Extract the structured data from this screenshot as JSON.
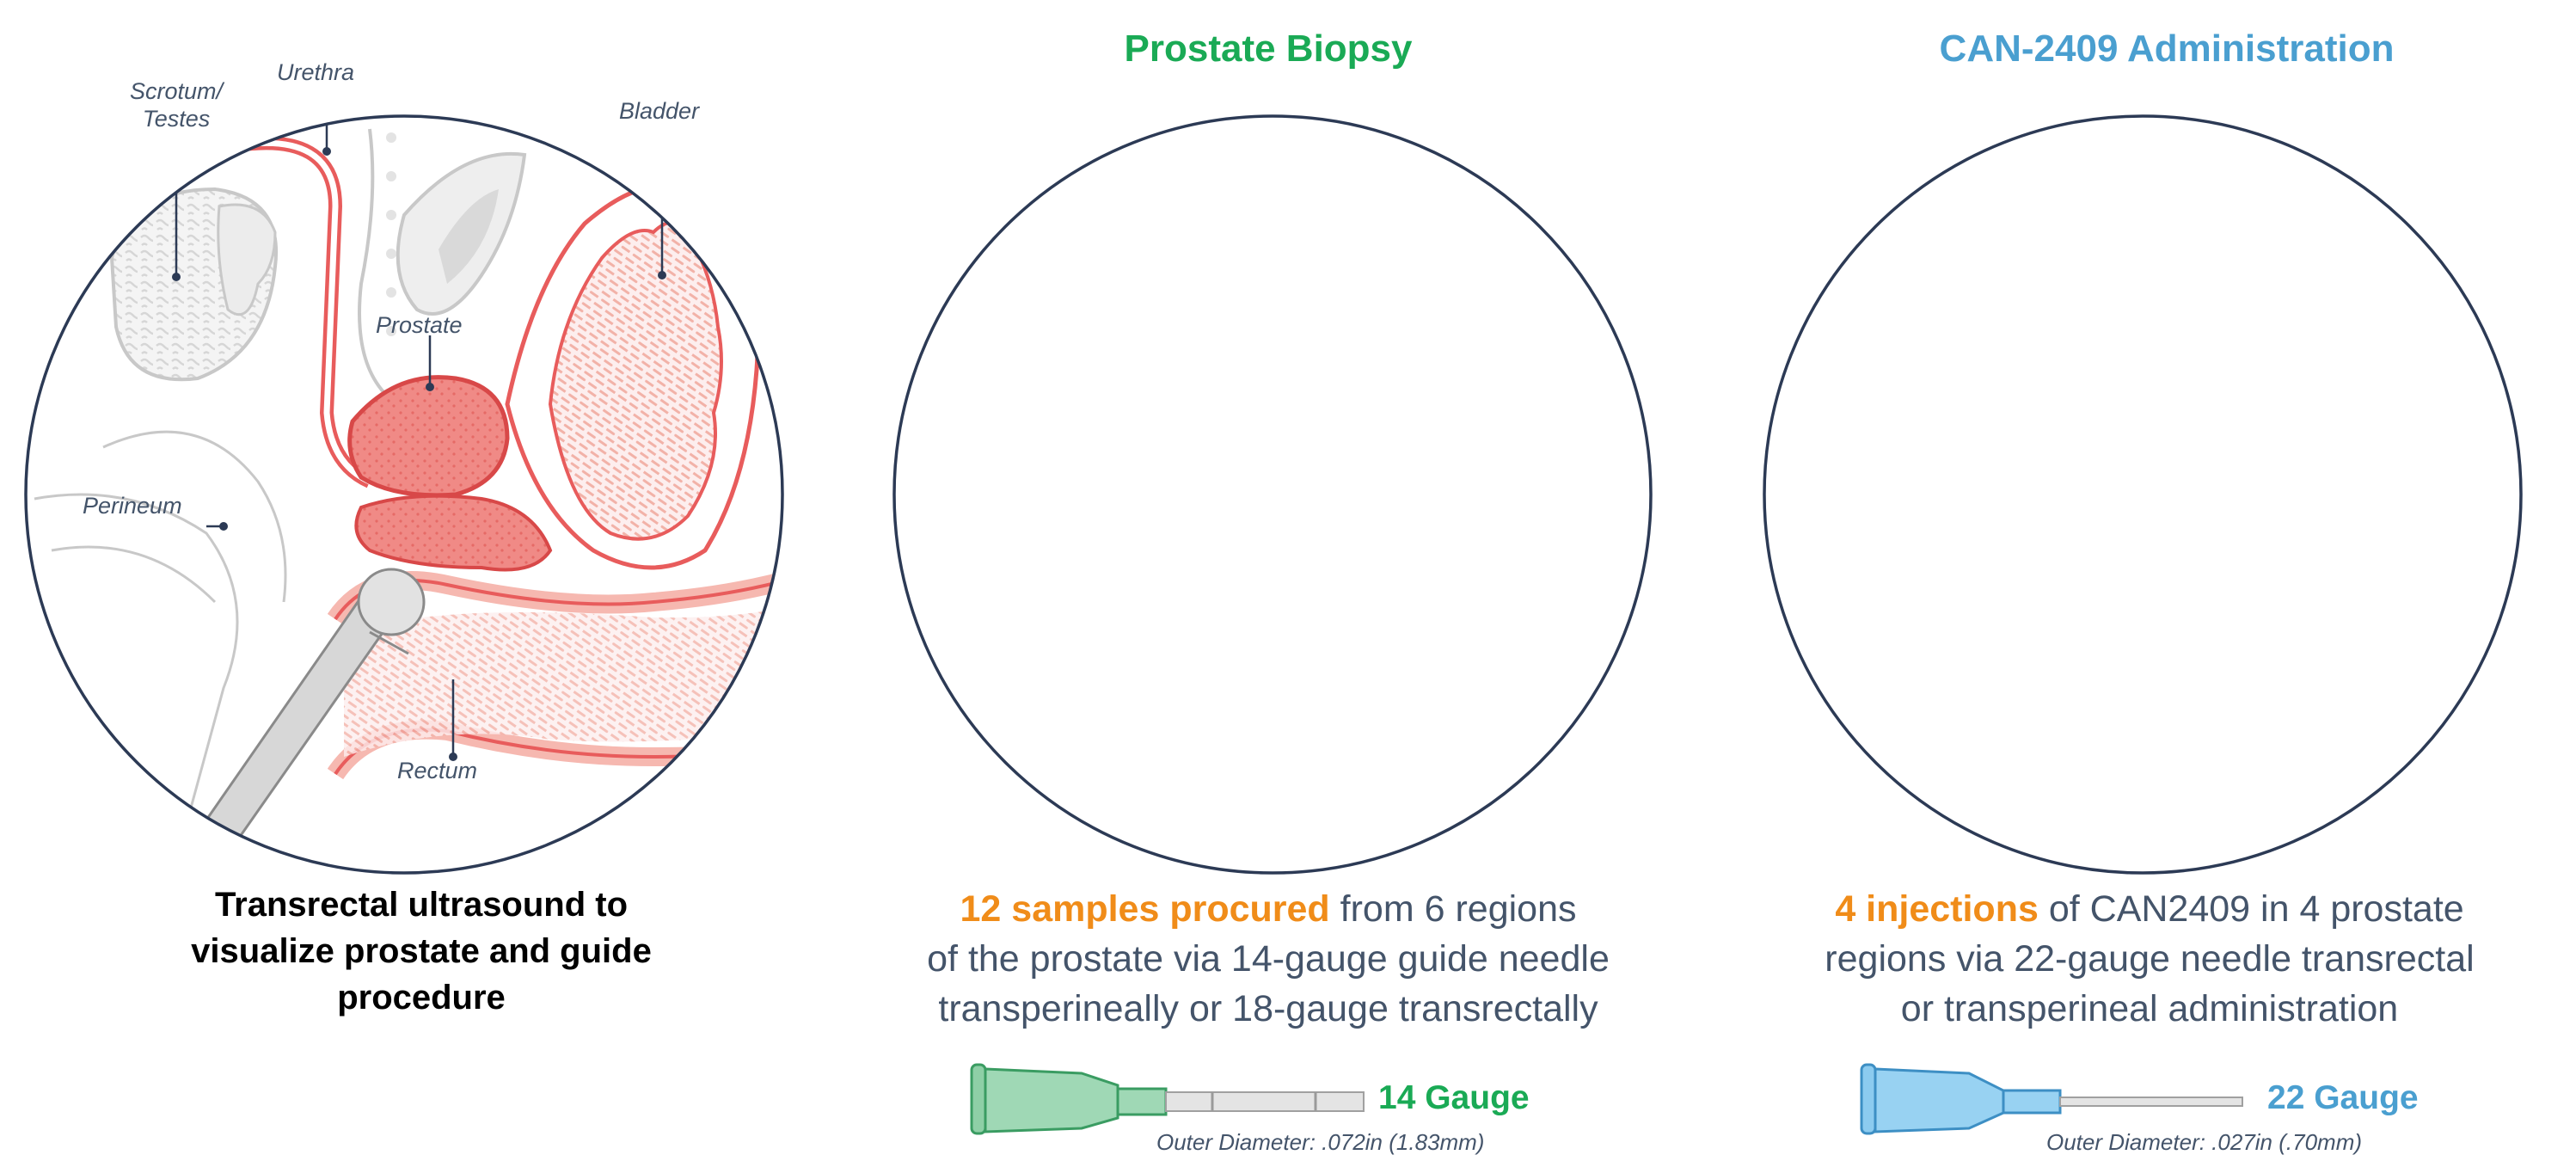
{
  "panels": [
    {
      "title": "",
      "labels": {
        "scrotum_testes": "Scrotum/\nTestes",
        "urethra": "Urethra",
        "bladder": "Bladder",
        "prostate": "Prostate",
        "perineum": "Perineum",
        "rectum": "Rectum"
      },
      "caption": "Transrectal ultrasound to visualize prostate and guide procedure"
    },
    {
      "title": "Prostate Biopsy",
      "title_color": "#1aaa55",
      "caption_highlight": "12 samples procured",
      "caption_rest_1": " from 6 regions",
      "caption_line_2": "of the prostate via 14-gauge guide needle",
      "caption_line_3": "transperineally or 18-gauge transrectally",
      "needle": {
        "gauge": "14 Gauge",
        "outer_diameter": "Outer Diameter: .072in (1.83mm)",
        "color": "#1aaa55"
      }
    },
    {
      "title": "CAN-2409 Administration",
      "title_color": "#4a9fd0",
      "caption_highlight": "4 injections",
      "caption_rest_1": " of CAN2409 in 4 prostate",
      "caption_line_2": "regions via 22-gauge needle transrectal",
      "caption_line_3": "or transperineal administration",
      "needle": {
        "gauge": "22 Gauge",
        "outer_diameter": "Outer Diameter: .027in (.70mm)",
        "color": "#4a9fd0"
      }
    }
  ],
  "colors": {
    "accent_orange": "#f08c19",
    "anatomy_red": "#e85c5c",
    "anatomy_pink": "#f6b8b0",
    "outline_gray": "#c8c8c8",
    "circle_border": "#2c3a55",
    "text_slate": "#44546a"
  }
}
